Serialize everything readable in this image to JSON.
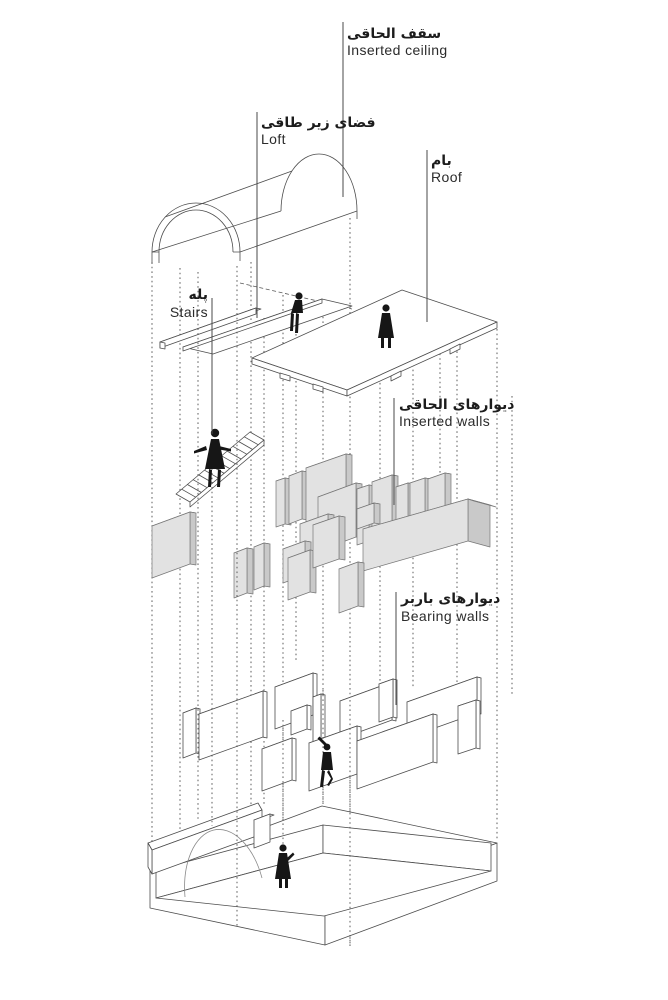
{
  "diagram": {
    "type": "exploded-axonometric-architecture-diagram",
    "labels": {
      "inserted_ceiling": {
        "fa": "سقف الحاقی",
        "en": "Inserted ceiling"
      },
      "loft": {
        "fa": "فضای زیر طاقی",
        "en": "Loft"
      },
      "roof": {
        "fa": "بام",
        "en": "Roof"
      },
      "stairs": {
        "fa": "پله",
        "en": "Stairs"
      },
      "inserted_walls": {
        "fa": "دیوارهای الحاقی",
        "en": "Inserted walls"
      },
      "bearing_walls": {
        "fa": "دیوارهای باربر",
        "en": "Bearing walls"
      }
    },
    "colors": {
      "background": "#ffffff",
      "line": "#4d4d4d",
      "panel_face": "#e2e2e2",
      "panel_side": "#c9c9c9",
      "panel_top": "#efefef",
      "figure": "#161616",
      "text": "#1c1c1c"
    }
  }
}
